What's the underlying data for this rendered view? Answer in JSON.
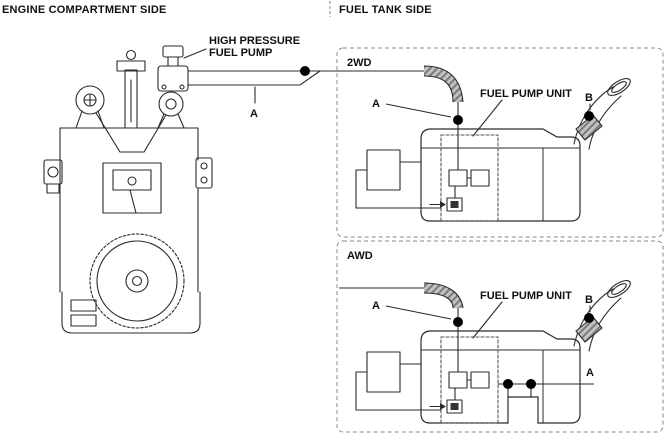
{
  "headers": {
    "left": "ENGINE COMPARTMENT SIDE",
    "right": "FUEL TANK SIDE"
  },
  "engine": {
    "pump_label_lines": [
      "HIGH PRESSURE",
      "FUEL PUMP"
    ],
    "connector_a": "A"
  },
  "sections": [
    {
      "title": "2WD",
      "pump_unit_label": "FUEL PUMP UNIT",
      "connector_a": "A",
      "connector_b": "B"
    },
    {
      "title": "AWD",
      "pump_unit_label": "FUEL PUMP UNIT",
      "connector_a": "A",
      "connector_b": "B",
      "connector_a2": "A"
    }
  ],
  "colors": {
    "line": "#2b2b2b",
    "dashed_box": "#8a8a8a",
    "hose_fill": "#c2c2c2",
    "hose_hatch": "#7a7a7a",
    "dot": "#000000",
    "text": "#111111"
  }
}
